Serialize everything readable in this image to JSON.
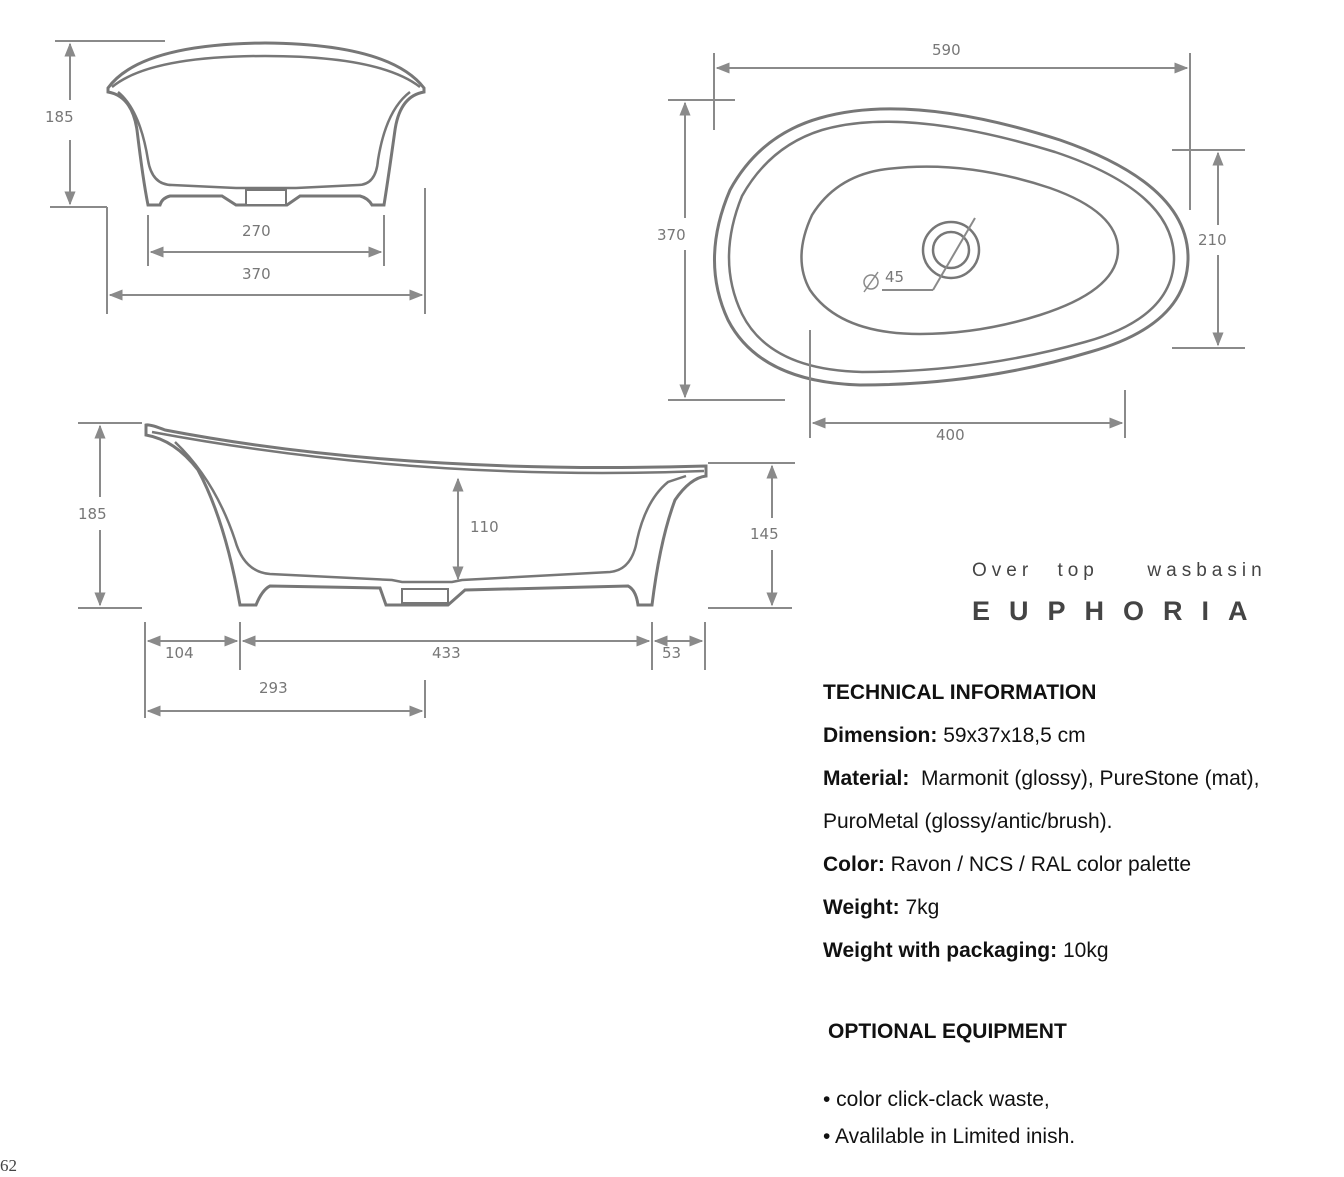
{
  "dimensions": {
    "front_height": "185",
    "front_inner_width": "270",
    "front_outer_width": "370",
    "top_length": "590",
    "top_width": "370",
    "top_inner_width": "210",
    "top_inner_length": "400",
    "drain_diameter": "45",
    "side_height_left": "185",
    "side_depth": "110",
    "side_height_right": "145",
    "side_left_offset": "104",
    "side_base_length": "433",
    "side_right_offset": "53",
    "side_drain_offset": "293"
  },
  "product": {
    "subtitle": "Over top  wasbasin",
    "name": "EUPHORIA"
  },
  "technical": {
    "heading": "TECHNICAL INFORMATION",
    "dimension_label": "Dimension:",
    "dimension_value": "59x37x18,5 cm",
    "material_label": "Material:",
    "material_value": "Marmonit (glossy), PureStone (mat),",
    "material_value_2": "PuroMetal (glossy/antic/brush).",
    "color_label": "Color:",
    "color_value": "Ravon / NCS / RAL color palette",
    "weight_label": "Weight:",
    "weight_value": "7kg",
    "weight_pack_label": "Weight with packaging:",
    "weight_pack_value": "10kg"
  },
  "optional": {
    "heading": "OPTIONAL EQUIPMENT",
    "items": [
      "• color click-clack waste,",
      "• Avalilable in Limited  inish."
    ]
  },
  "page_number": "62"
}
